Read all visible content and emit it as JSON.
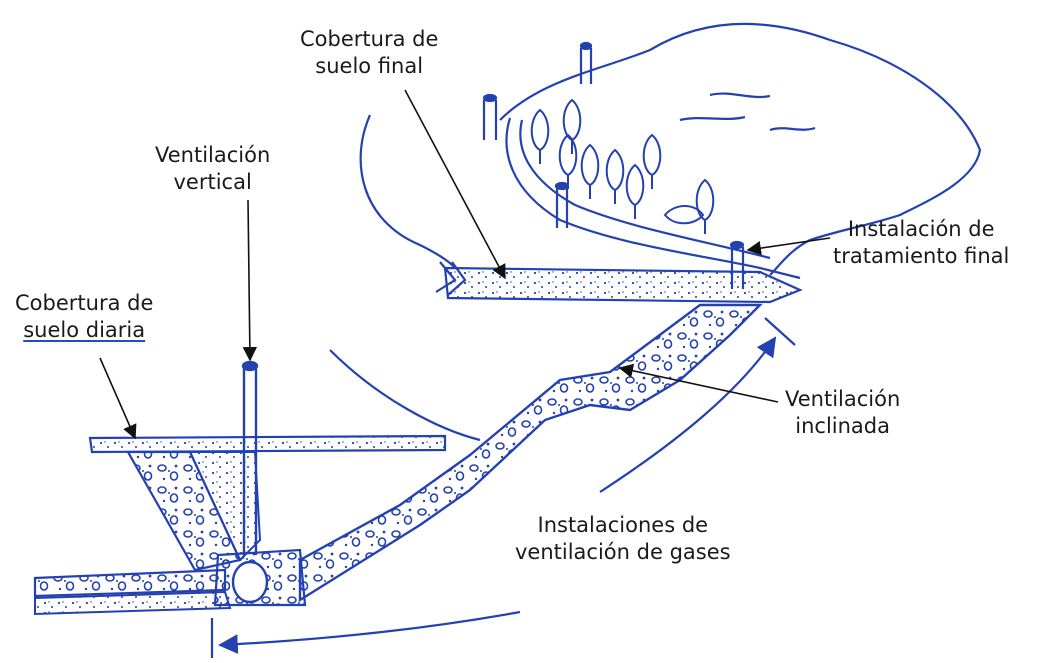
{
  "labels": {
    "final_cover": {
      "line1": "Cobertura de",
      "line2": "suelo final"
    },
    "vertical_vent": {
      "line1": "Ventilación",
      "line2": "vertical"
    },
    "daily_cover": {
      "line1": "Cobertura de",
      "line2": "suelo diaria"
    },
    "final_treatment": {
      "line1": "Instalación de",
      "line2": "tratamiento final"
    },
    "inclined_vent": {
      "line1": "Ventilación",
      "line2": "inclinada"
    },
    "gas_vent_facilities": {
      "line1": "Instalaciones de",
      "line2": "ventilación de gases"
    }
  },
  "colors": {
    "drawing": "#2341b0",
    "text": "#1a1a1a",
    "leader": "#111111"
  }
}
